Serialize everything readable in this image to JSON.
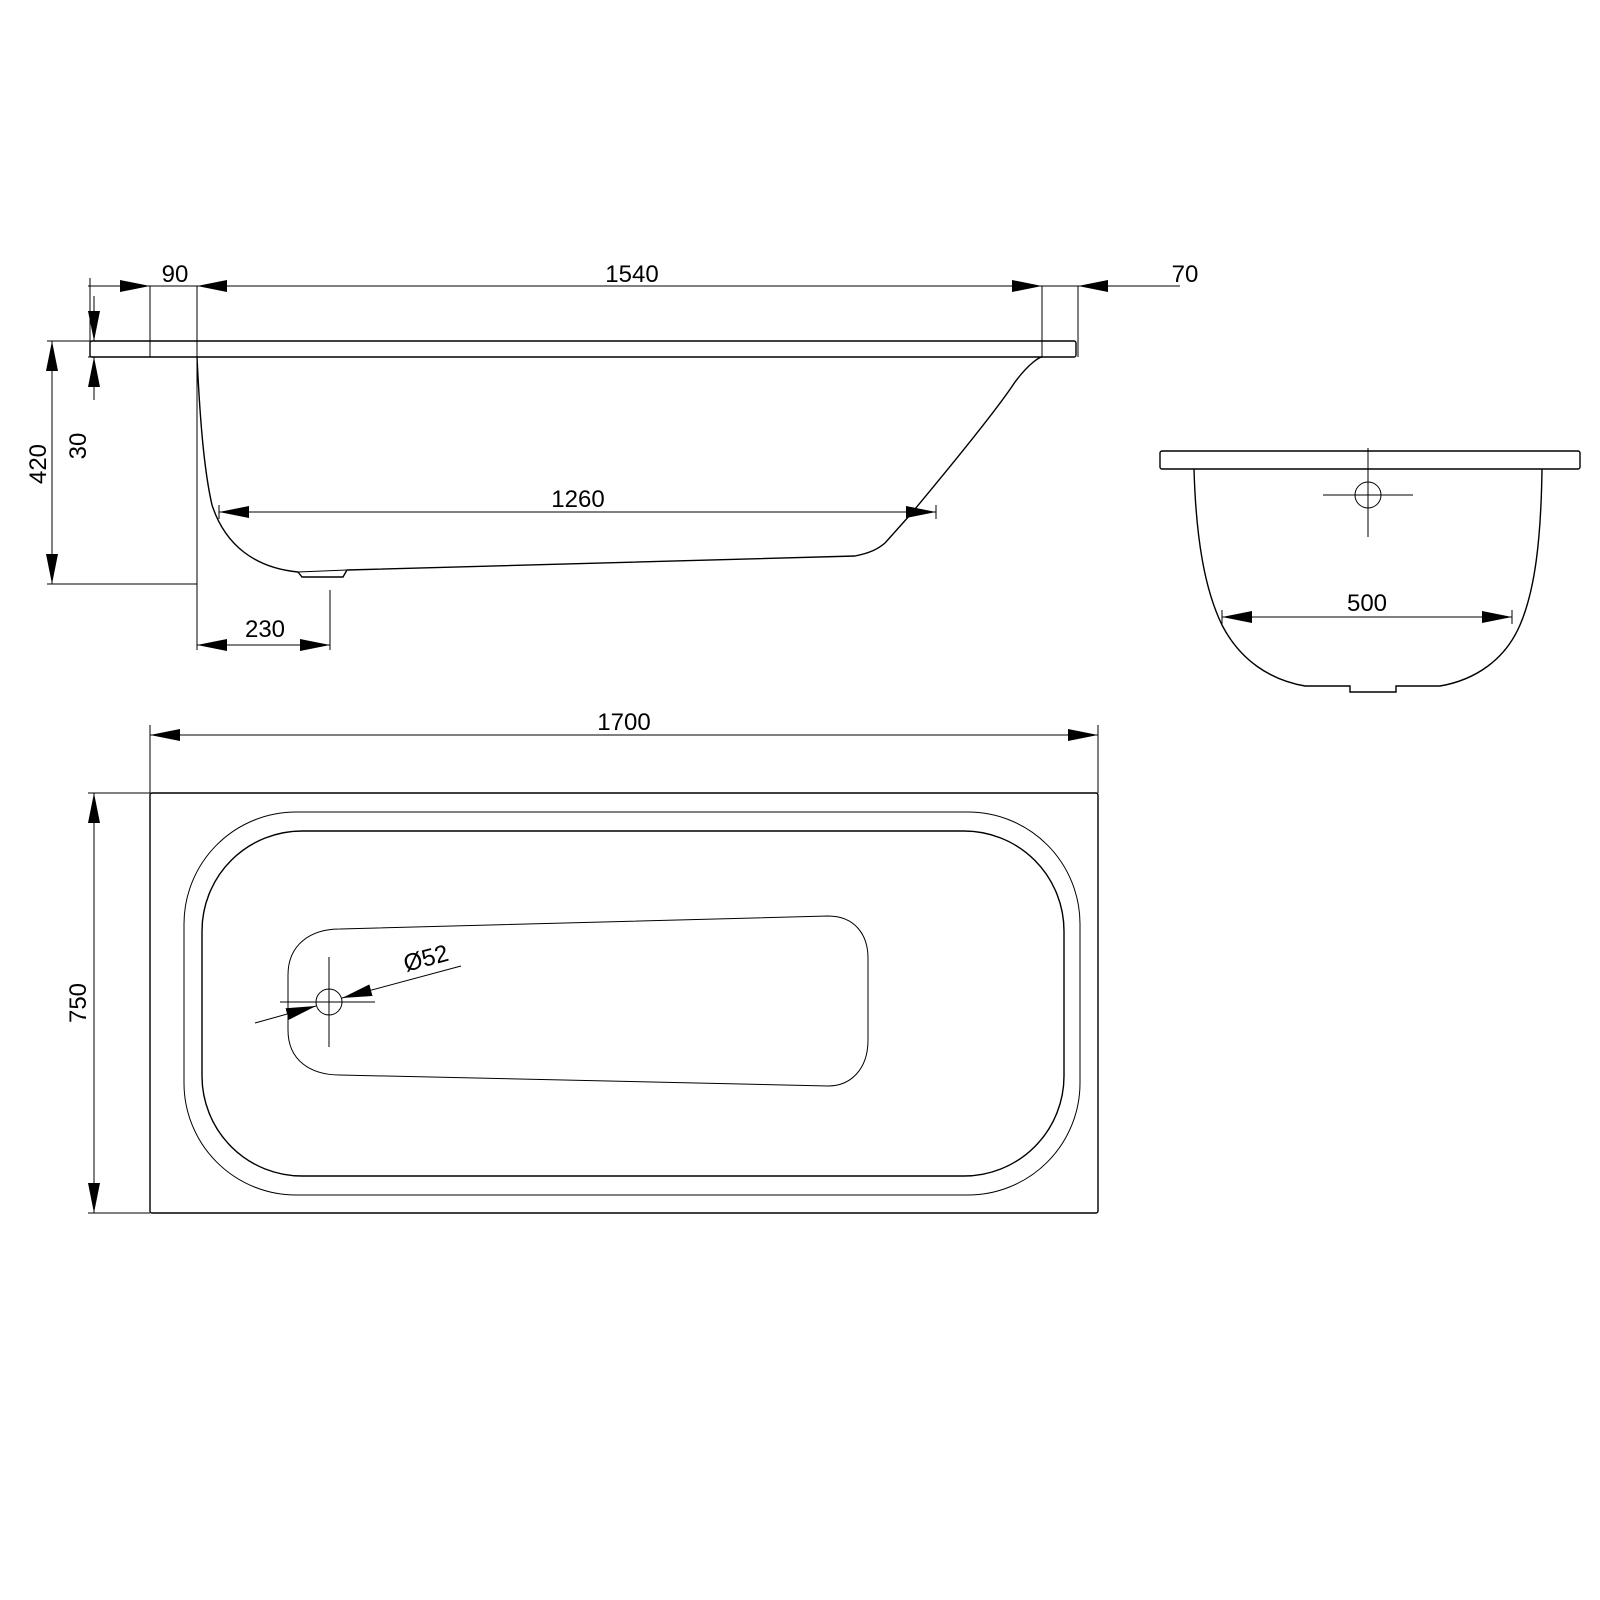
{
  "dimensions": {
    "left_rim": "90",
    "inner_length": "1540",
    "right_rim": "70",
    "total_height": "420",
    "rim_thickness": "30",
    "bottom_length": "1260",
    "drain_offset": "230",
    "total_length": "1700",
    "total_width": "750",
    "drain_diameter": "Ø52",
    "bottom_width": "500"
  },
  "colors": {
    "line": "#000000",
    "background": "#ffffff"
  }
}
